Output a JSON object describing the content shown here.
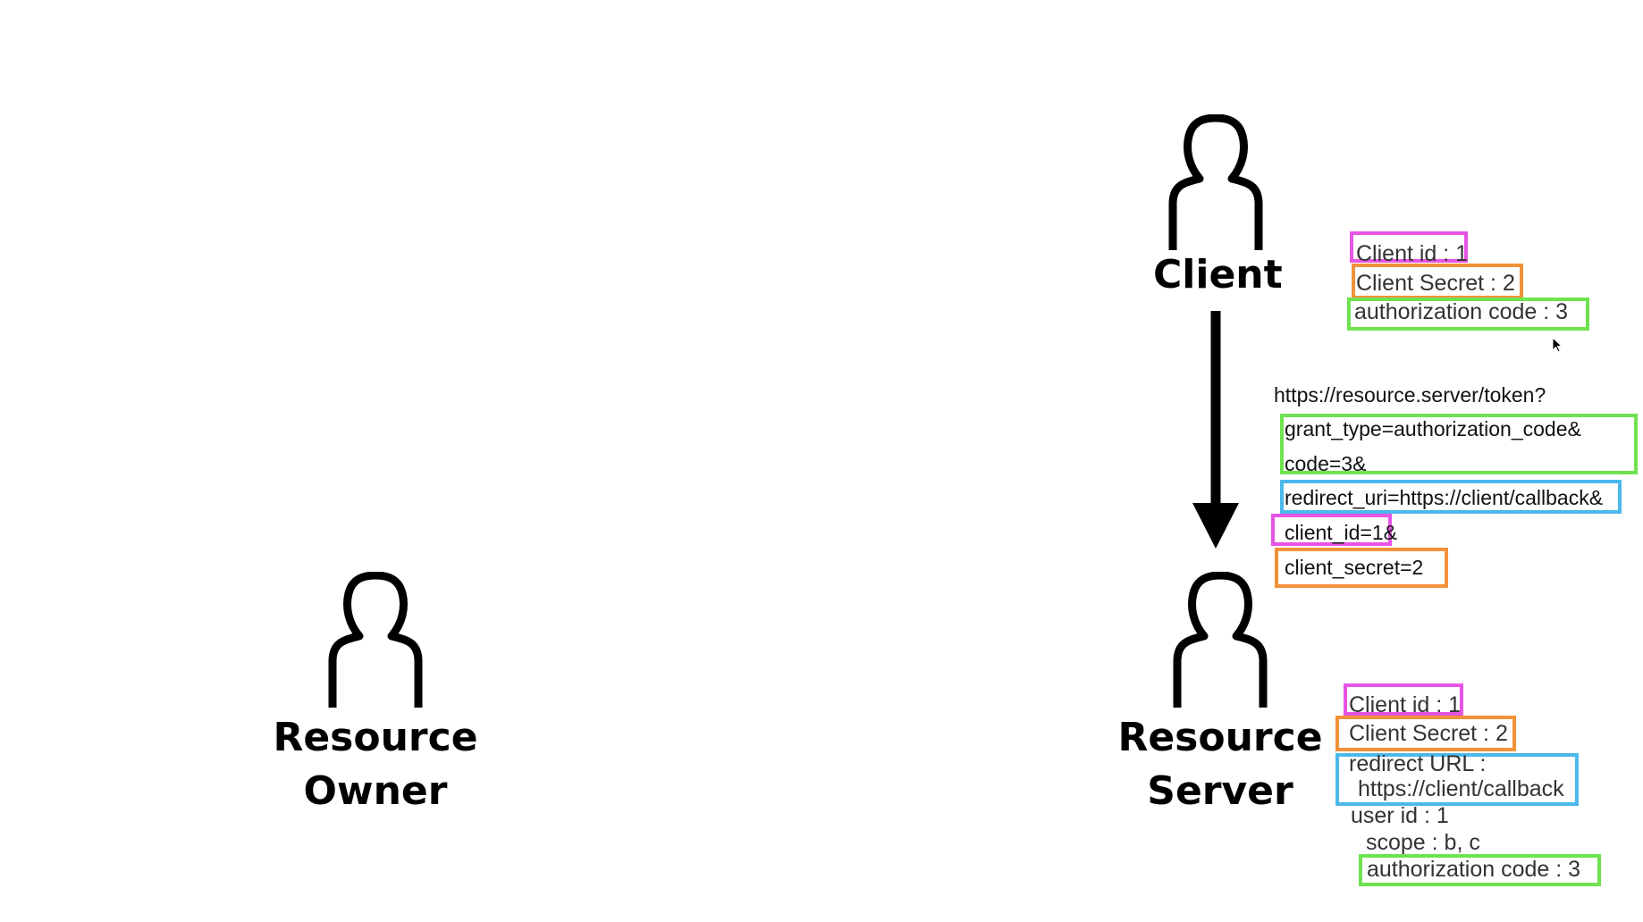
{
  "actors": {
    "client": {
      "label_lines": [
        "Client"
      ]
    },
    "resource_owner": {
      "label_lines": [
        "Resource",
        "Owner"
      ]
    },
    "resource_server": {
      "label_lines": [
        "Resource",
        "Server"
      ]
    }
  },
  "client_notes": {
    "client_id": "Client id : 1",
    "client_secret": "Client Secret : 2",
    "authorization_code": "authorization code : 3"
  },
  "token_request": {
    "url": "https://resource.server/token?",
    "grant_type": "grant_type=authorization_code&",
    "code": "code=3&",
    "redirect_uri": "redirect_uri=https://client/callback&",
    "client_id": "client_id=1&",
    "client_secret": "client_secret=2"
  },
  "server_notes": {
    "client_id": "Client id : 1",
    "client_secret": "Client Secret : 2",
    "redirect_url_label": "redirect URL :",
    "redirect_url_value": "https://client/callback",
    "user_id": "user id : 1",
    "scope": "scope : b, c",
    "authorization_code": "authorization code : 3"
  },
  "colors": {
    "client_id": "#e754e5",
    "client_secret": "#f3913b",
    "authorization_code": "#6fe24f",
    "redirect_uri": "#4cb8ec"
  },
  "icons": [
    "person-icon",
    "down-arrow-icon",
    "mouse-cursor-icon"
  ]
}
